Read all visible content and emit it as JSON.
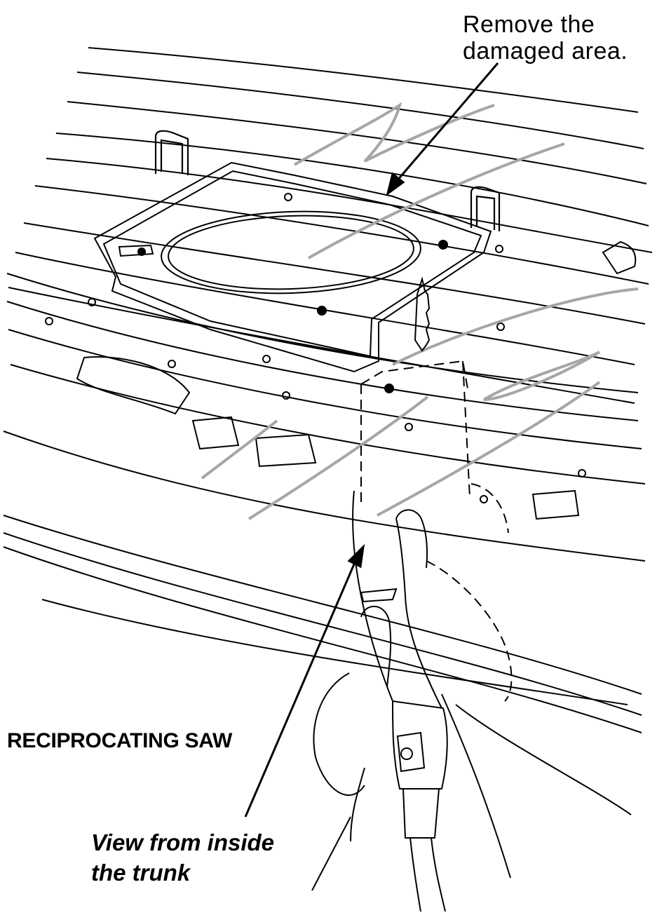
{
  "labels": {
    "damaged_area": {
      "line1": "Remove the",
      "line2": "damaged area."
    },
    "tool": "RECIPROCATING SAW",
    "view": {
      "line1": "View from inside",
      "line2": "the trunk"
    }
  },
  "colors": {
    "line": "#000000",
    "cut_marks": "#a6a6a6",
    "background": "#ffffff"
  }
}
